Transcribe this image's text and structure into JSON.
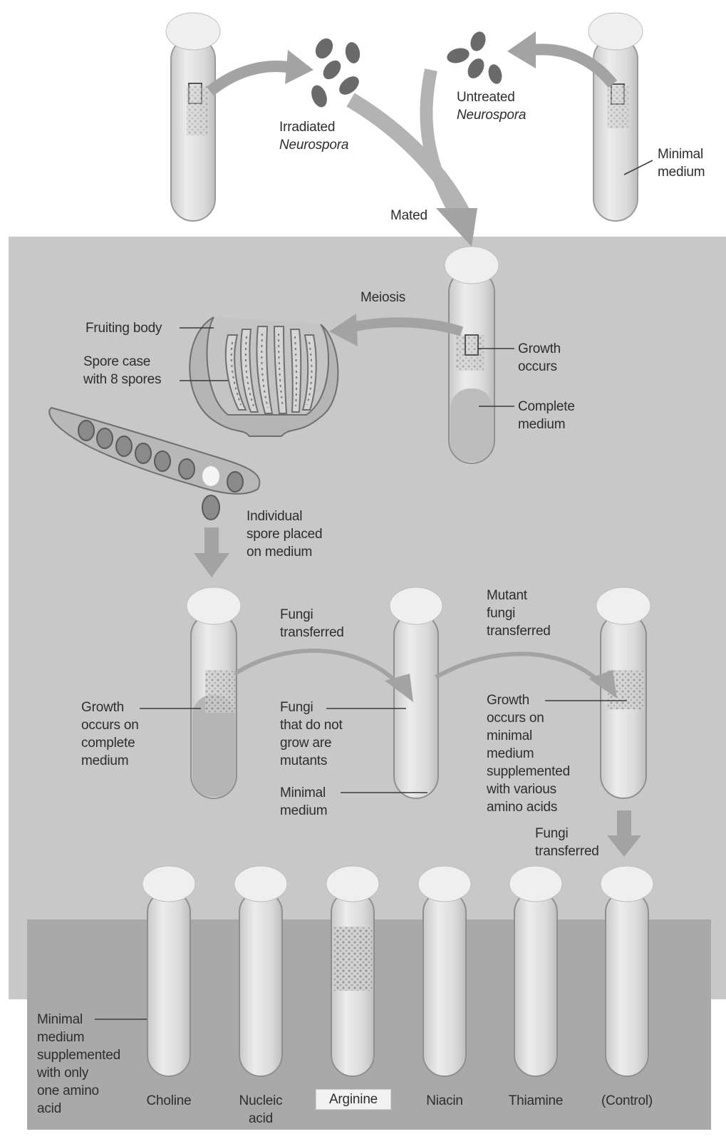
{
  "labels": {
    "irradiated_line1": "Irradiated",
    "irradiated_line2": "Neurospora",
    "untreated_line1": "Untreated",
    "untreated_line2": "Neurospora",
    "minimal_medium_top": "Minimal\nmedium",
    "mated": "Mated",
    "meiosis": "Meiosis",
    "fruiting_body": "Fruiting body",
    "spore_case": "Spore case\nwith 8 spores",
    "growth_occurs": "Growth\noccurs",
    "complete_medium": "Complete\nmedium",
    "individual_spore": "Individual\nspore placed\non medium",
    "fungi_transferred_1": "Fungi\ntransferred",
    "mutant_fungi_transferred": "Mutant\nfungi\ntransferred",
    "growth_on_complete": "Growth\noccurs on\ncomplete\nmedium",
    "fungi_not_grow": "Fungi\nthat do not\ngrow are\nmutants",
    "minimal_medium_mid": "Minimal\nmedium",
    "growth_on_minimal_supplemented": "Growth\noccurs on\nminimal\nmedium\nsupplemented\nwith various\namino acids",
    "fungi_transferred_2": "Fungi\ntransferred",
    "minimal_supplemented_one": "Minimal\nmedium\nsupplemented\nwith only\none amino\nacid"
  },
  "supplements": [
    "Choline",
    "Nucleic\nacid",
    "Arginine",
    "Niacin",
    "Thiamine",
    "(Control)"
  ],
  "colors": {
    "panel": "#c8c8c8",
    "panel_dark": "#a9a9a9",
    "arrow": "#a3a3a3",
    "tube_glass": "#d9d9d9",
    "medium": "#bdbdbd",
    "cotton": "#efefef",
    "spore": "#6a6a6a",
    "text": "#2d2d2d"
  }
}
